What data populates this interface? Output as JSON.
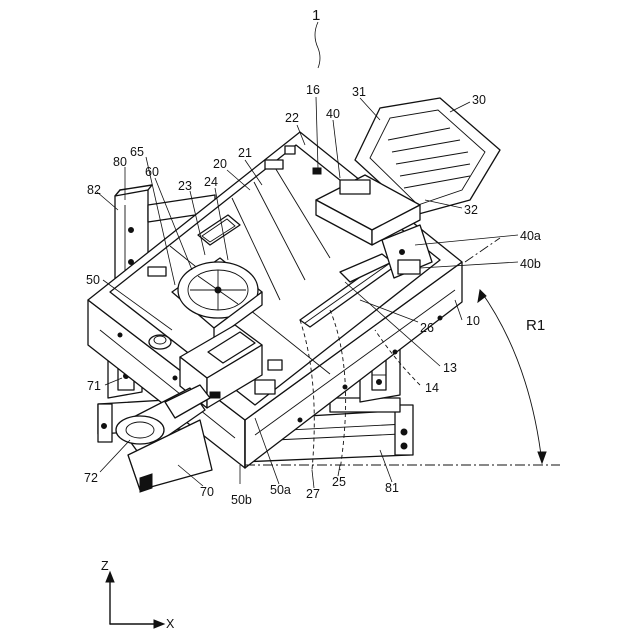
{
  "figure_number": "1",
  "axes": {
    "vertical": "Z",
    "horizontal": "X"
  },
  "angle_label": "R1",
  "labels": {
    "l16": "16",
    "l31": "31",
    "l30": "30",
    "l22": "22",
    "l40": "40",
    "l65": "65",
    "l80": "80",
    "l60": "60",
    "l20": "20",
    "l21": "21",
    "l23": "23",
    "l24": "24",
    "l82": "82",
    "l32": "32",
    "l40a": "40a",
    "l40b": "40b",
    "l50": "50",
    "l10": "10",
    "l26": "26",
    "l13": "13",
    "l14": "14",
    "l71": "71",
    "l72": "72",
    "l70": "70",
    "l50b": "50b",
    "l50a": "50a",
    "l27": "27",
    "l25": "25",
    "l81": "81"
  }
}
